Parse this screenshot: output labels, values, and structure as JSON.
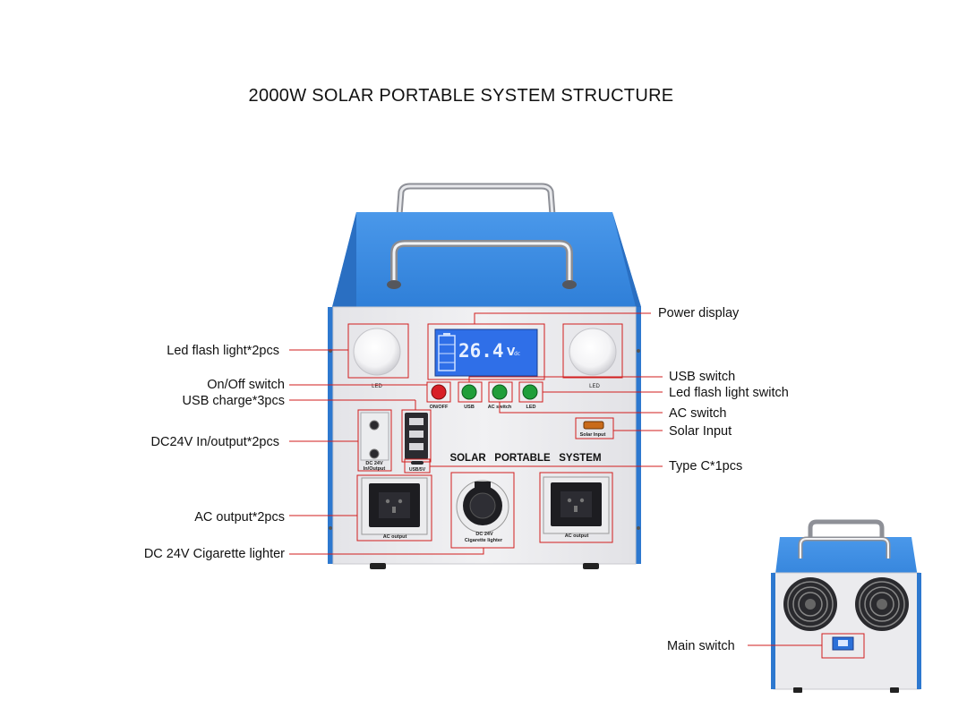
{
  "title": "2000W SOLAR PORTABLE SYSTEM STRUCTURE",
  "device": {
    "display_reading": "26.4",
    "display_unit": "V",
    "display_unit_suffix": "dc",
    "brand_text": "SOLAR   PORTABLE   SYSTEM",
    "panel_labels": {
      "led_left": "LED",
      "led_right": "LED",
      "on_off": "ON/OFF",
      "usb": "USB",
      "ac_switch": "AC switch",
      "led_btn": "LED",
      "dc24v": "DC 24V",
      "dc24v_sub": "In/Output",
      "usb5v": "USB/5V",
      "solar_input": "Solar Input",
      "ac_output_left": "AC output",
      "ac_output_right": "AC output",
      "cig_top": "DC 24V",
      "cig_bottom": "Cigarette lighter"
    }
  },
  "callouts": {
    "led_flash_light": "Led flash light*2pcs",
    "on_off_switch": "On/Off switch",
    "usb_charge": "USB charge*3pcs",
    "dc24v_io": "DC24V In/output*2pcs",
    "ac_output": "AC output*2pcs",
    "cigarette_lighter": "DC 24V Cigarette lighter",
    "power_display": "Power display",
    "usb_switch": "USB switch",
    "led_flash_switch": "Led flash light switch",
    "ac_switch": "AC switch",
    "solar_input": "Solar Input",
    "type_c": "Type C*1pcs",
    "main_switch": "Main switch"
  },
  "colors": {
    "body_blue": "#3a8be0",
    "panel_gray": "#e9e9ec",
    "annotation_red": "#d21e1e",
    "button_red": "#d81f26",
    "button_green": "#1f9e3a",
    "lcd_blue": "#2b6fe6"
  }
}
